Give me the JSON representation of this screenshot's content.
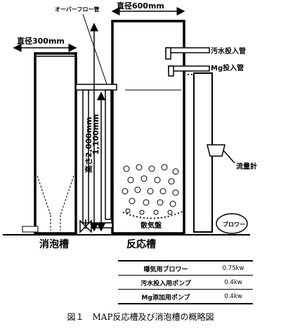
{
  "labels": {
    "overflow": "オーバーフロー管",
    "diameter_reactor": "直径600mm",
    "diameter_defoam": "直径300mm",
    "wastewater_pipe": "汚水投入管",
    "mg_pipe": "Mg投入管",
    "height": "高さ2,000mm",
    "level": "1,100mm",
    "flowmeter": "流量計",
    "diffuser": "散気盤",
    "blower": "ブロワー",
    "defoam_tank": "消泡槽",
    "reactor_tank": "反応槽"
  },
  "spec_table": {
    "rows": [
      {
        "name": "曝気用ブロワー",
        "value": "0.75kw"
      },
      {
        "name": "汚水投入用ポンプ",
        "value": "0.4kw"
      },
      {
        "name": "Mg添加用ポンプ",
        "value": "0.4kw"
      }
    ]
  },
  "caption": "図１　MAP反応槽及び消泡槽の概略図"
}
